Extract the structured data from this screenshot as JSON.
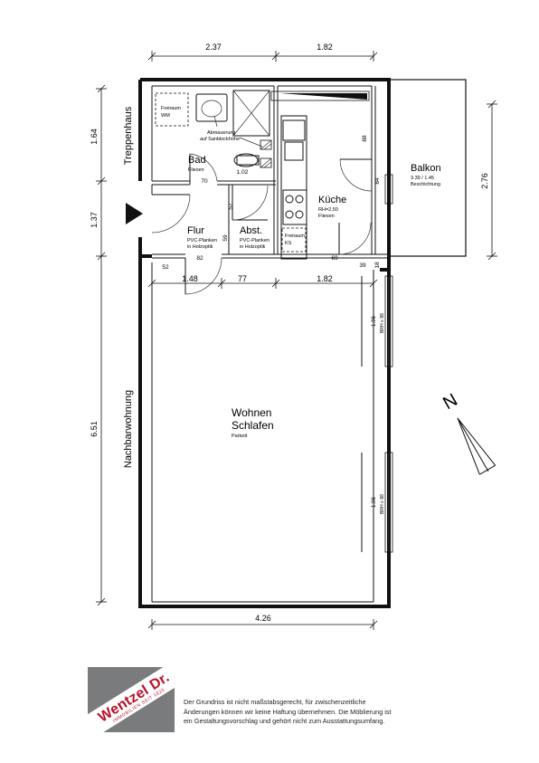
{
  "dimensions": {
    "top_left": "2.37",
    "top_right": "1.82",
    "left_upper": "1.64",
    "left_middle": "1.37",
    "left_lower": "6.51",
    "mid_left": "1.48",
    "mid_center": "77",
    "mid_right": "1.82",
    "bottom": "4.26",
    "balcony_side": "2.76"
  },
  "side_labels": {
    "stairs": "Treppenhaus",
    "neighbor": "Nachbarwohnung"
  },
  "rooms": {
    "bath": {
      "name": "Bad",
      "sub": "Fliesen"
    },
    "hall": {
      "name": "Flur",
      "sub1": "PVC-Planken",
      "sub2": "in Holzoptik"
    },
    "storage": {
      "name": "Abst.",
      "sub1": "PVC-Planken",
      "sub2": "in Holzoptik"
    },
    "kitchen": {
      "name": "Küche",
      "sub1": "RH=2,50",
      "sub2": "Fliesen"
    },
    "balcony": {
      "name": "Balkon",
      "sub1": "3.39 / 1.45",
      "sub2": "Beschichtung"
    },
    "living": {
      "name1": "Wohnen",
      "name2": "Schlafen",
      "sub": "Parkett"
    }
  },
  "annotations": {
    "washer1": "Freiraum",
    "washer2": "WM",
    "wall1": "Abmauerung",
    "wall2": "auf Sanblockhöhe",
    "fridge1": "Freiraum",
    "fridge2": "KS"
  },
  "openings": {
    "bath_toilet_width": "1.02",
    "bath_door": "70",
    "hall_door_right": "57",
    "storage_door": "59",
    "hall_bottom": "82",
    "left_bottom": "52",
    "kitchen_door": "84",
    "kitchen_bottom": "69",
    "bottom_right_a": "39",
    "bottom_right_b": "18",
    "kitchen_right_top": "88",
    "window1_width": "1.96",
    "window1_height": "BRH ≡ 88",
    "window2_width": "1.96",
    "window2_height": "BRH ≡ 88"
  },
  "compass": {
    "label": "N"
  },
  "logo": {
    "name": "Wentzel Dr.",
    "tagline": "IMMOBILIEN SEIT 1820"
  },
  "disclaimer": {
    "line1": "Der Grundriss ist nicht maßstabsgerecht, für zwischenzeitliche",
    "line2": "Änderungen können wir keine Haftung übernehmen. Die Möblierung ist",
    "line3": "ein Gestaltungsvorschlag und gehört nicht zum Ausstattungsumfang."
  }
}
